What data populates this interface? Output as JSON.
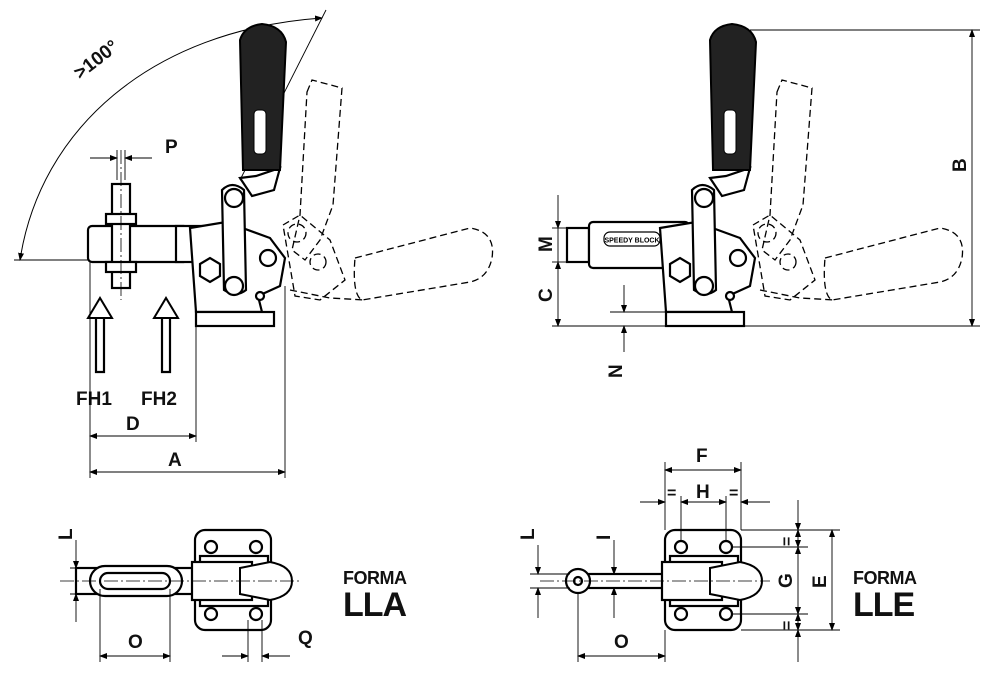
{
  "dimension_labels": {
    "angle": ">100°",
    "p": "P",
    "fh1": "FH1",
    "fh2": "FH2",
    "d": "D",
    "a": "A",
    "b": "B",
    "m": "M",
    "c": "C",
    "n": "N",
    "f": "F",
    "h": "H",
    "eq": "=",
    "l": "L",
    "i": "I",
    "o": "O",
    "q": "Q",
    "g": "G",
    "e": "E"
  },
  "forms": {
    "forma_word": "FORMA",
    "lla": "LLA",
    "lle": "LLE"
  },
  "brand_text": "SPEEDY BLOCK"
}
